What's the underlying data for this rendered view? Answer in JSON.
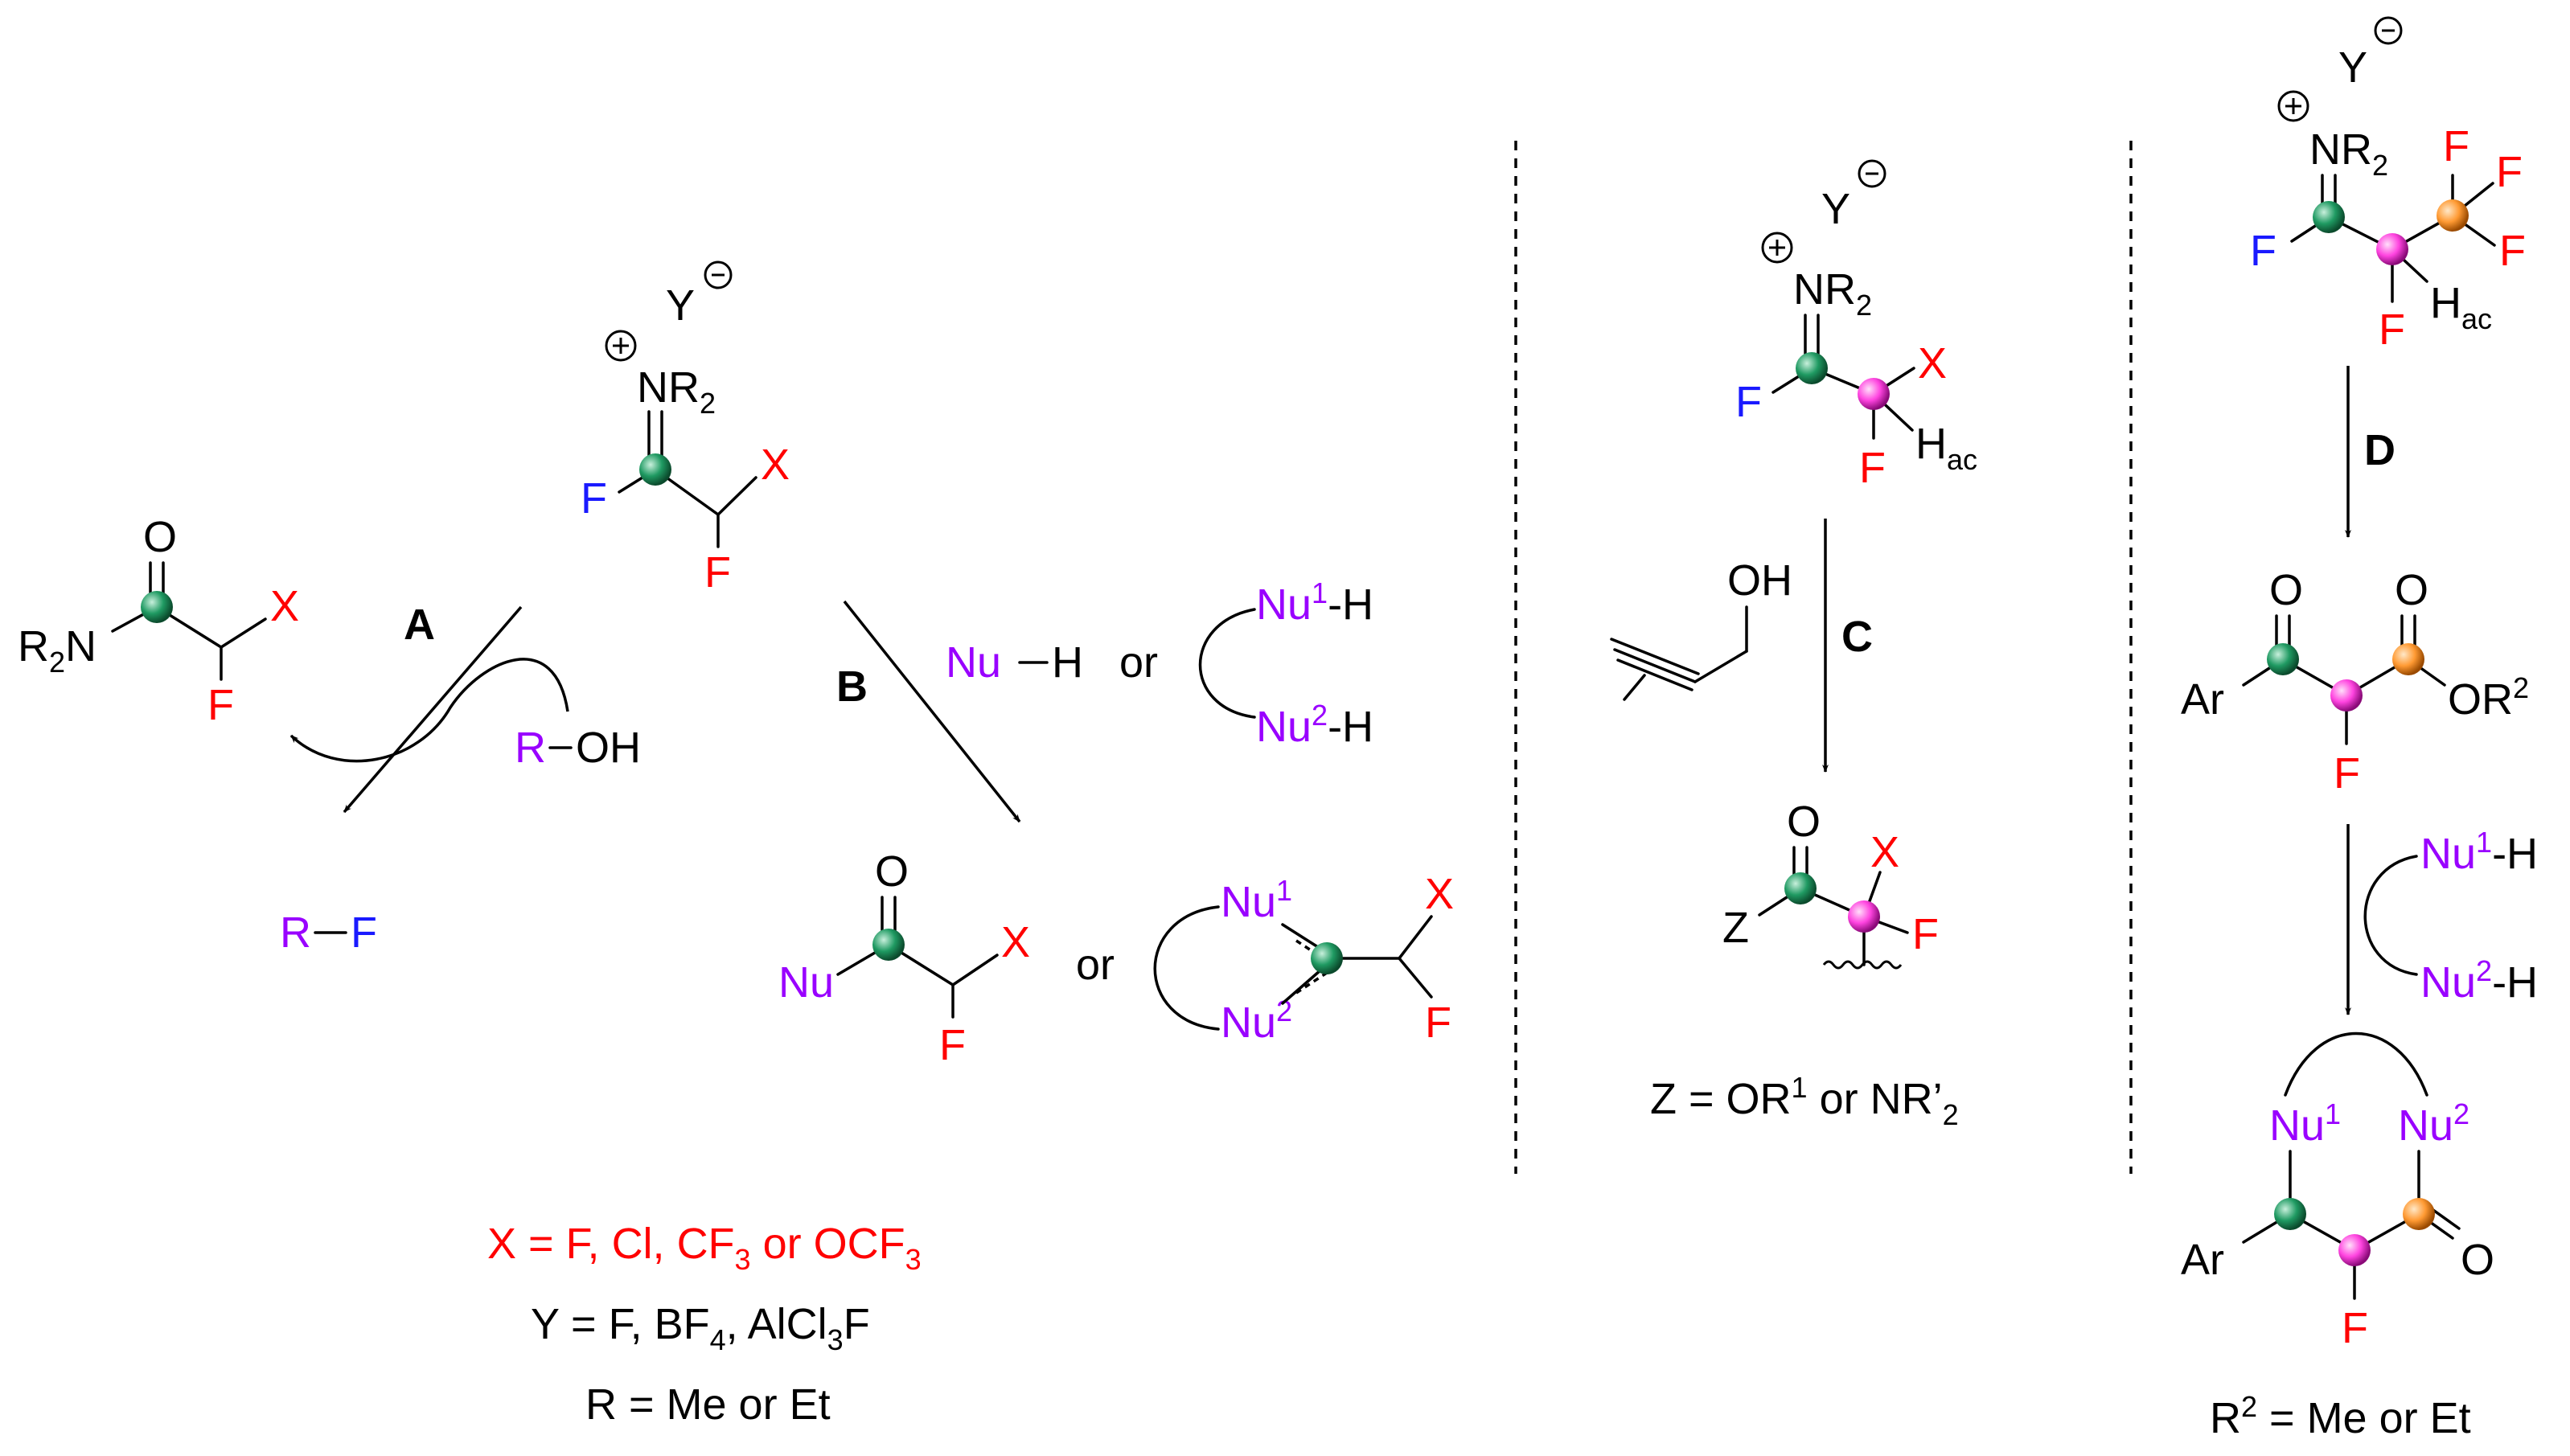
{
  "colors": {
    "black": "#000000",
    "fluorine_blue": "#1a1aff",
    "red": "#ff0000",
    "purple": "#9900ff",
    "atom_green": "#1a8a5a",
    "atom_pink": "#ff33dd",
    "atom_orange": "#ff9933"
  },
  "atoms": {
    "Y": "Y",
    "N": "N",
    "R": "R",
    "sub2": "2",
    "F": "F",
    "X": "X",
    "O": "O",
    "H": "H",
    "ac": "ac",
    "Nu": "Nu",
    "sup1": "1",
    "sup2": "2",
    "dash_h": "-H",
    "Z": "Z",
    "Ar": "Ar",
    "OR": "OR",
    "OH": "OH",
    "plus": "+",
    "minus": "−"
  },
  "steps": {
    "A": "A",
    "B": "B",
    "C": "C",
    "D": "D"
  },
  "reagents": {
    "ROH_R": "R",
    "ROH_OH": "OH",
    "RF_R": "R",
    "RF_F": "F",
    "NuH_Nu": "Nu",
    "NuH_H": "H",
    "or": "or"
  },
  "legend": {
    "x_def": "X = F, Cl, CF",
    "x_def_sub": "3",
    "x_def_tail": " or OCF",
    "x_def_tail_sub": "3",
    "y_def": "Y = F, BF",
    "y_def_sub": "4",
    "y_def_mid": ", AlCl",
    "y_def_mid_sub": "3",
    "y_def_tail": "F",
    "r_def": "R = Me or Et",
    "z_def": "Z = OR",
    "z_def_sup": "1",
    "z_def_tail": " or NR’",
    "z_def_sub": "2",
    "r2_def_lead": "R",
    "r2_def_sup": "2",
    "r2_def_tail": " = Me or Et"
  }
}
